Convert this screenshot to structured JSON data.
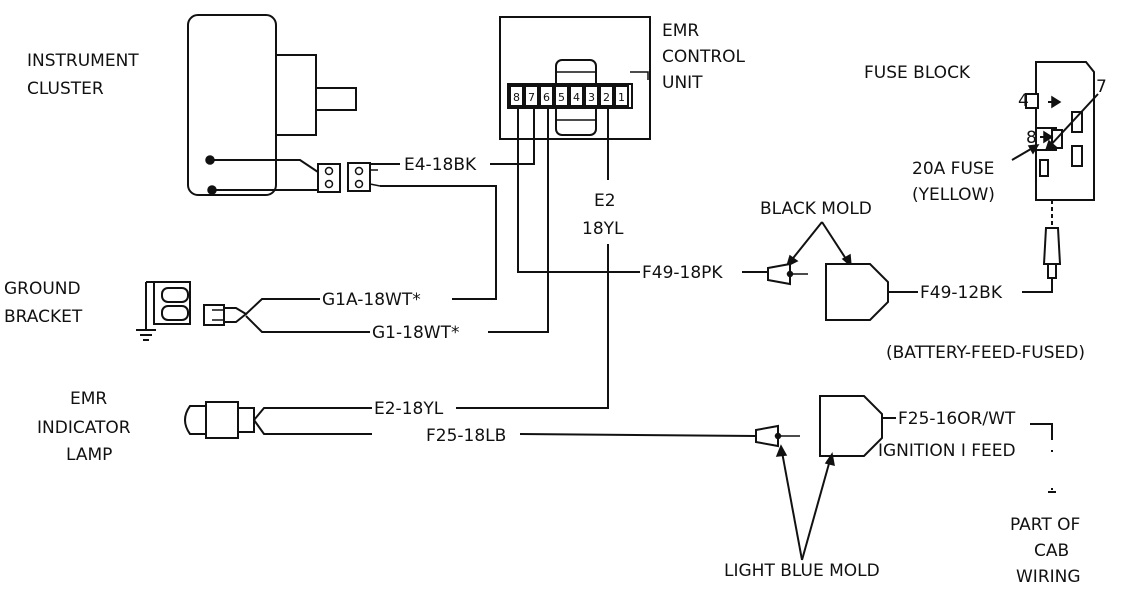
{
  "labels": {
    "instrument_cluster": [
      "INSTRUMENT",
      "CLUSTER"
    ],
    "emr_control_unit": [
      "EMR",
      "CONTROL",
      "UNIT"
    ],
    "fuse_block": "FUSE BLOCK",
    "fuse_4": "4",
    "fuse_7": "7",
    "fuse_8": "8",
    "fuse_20a": [
      "20A FUSE",
      "(YELLOW)"
    ],
    "black_mold": "BLACK MOLD",
    "ground_bracket": [
      "GROUND",
      "BRACKET"
    ],
    "emr_indicator_lamp": [
      "EMR",
      "INDICATOR",
      "LAMP"
    ],
    "battery_feed": "(BATTERY-FEED-FUSED)",
    "part_of_cab_wiring": [
      "PART OF",
      "CAB",
      "WIRING"
    ],
    "light_blue_mold": "LIGHT BLUE MOLD",
    "pin_numbers": [
      "8",
      "7",
      "6",
      "5",
      "4",
      "3",
      "2",
      "1"
    ]
  },
  "wires": {
    "e4": "E4-18BK",
    "e2_top": [
      "E2",
      "18YL"
    ],
    "f49_pk": "F49-18PK",
    "f49_bk": "F49-12BK",
    "g1a": "G1A-18WT*",
    "g1": "G1-18WT*",
    "e2": "E2-18YL",
    "f25_lb": "F25-18LB",
    "f25_or": "F25-16OR/WT",
    "ignition": "IGNITION I FEED"
  }
}
